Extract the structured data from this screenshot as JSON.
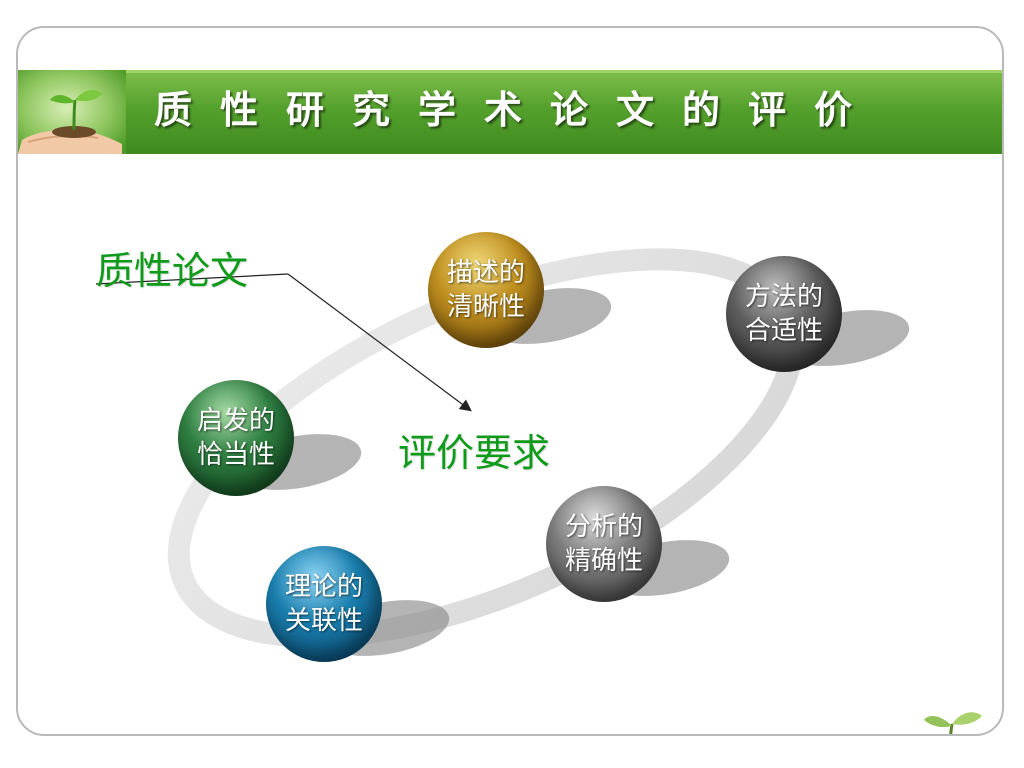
{
  "header": {
    "title": "质性研究学术论文的评价"
  },
  "diagram": {
    "source_label": "质性论文",
    "center_label": "评价要求",
    "nodes": [
      {
        "line1": "描述的",
        "line2": "清晰性",
        "color": "#b8871d"
      },
      {
        "line1": "方法的",
        "line2": "合适性",
        "color": "#3f3f3f"
      },
      {
        "line1": "启发的",
        "line2": "恰当性",
        "color": "#1f6a34"
      },
      {
        "line1": "分析的",
        "line2": "精确性",
        "color": "#5c5c5c"
      },
      {
        "line1": "理论的",
        "line2": "关联性",
        "color": "#12658f"
      }
    ]
  },
  "colors": {
    "banner": "#4e9a28",
    "label_green": "#0f9b1a",
    "frame": "#b9b9b9"
  },
  "icons": {
    "banner": "hand-sprout-icon",
    "corner": "sprout-icon"
  }
}
